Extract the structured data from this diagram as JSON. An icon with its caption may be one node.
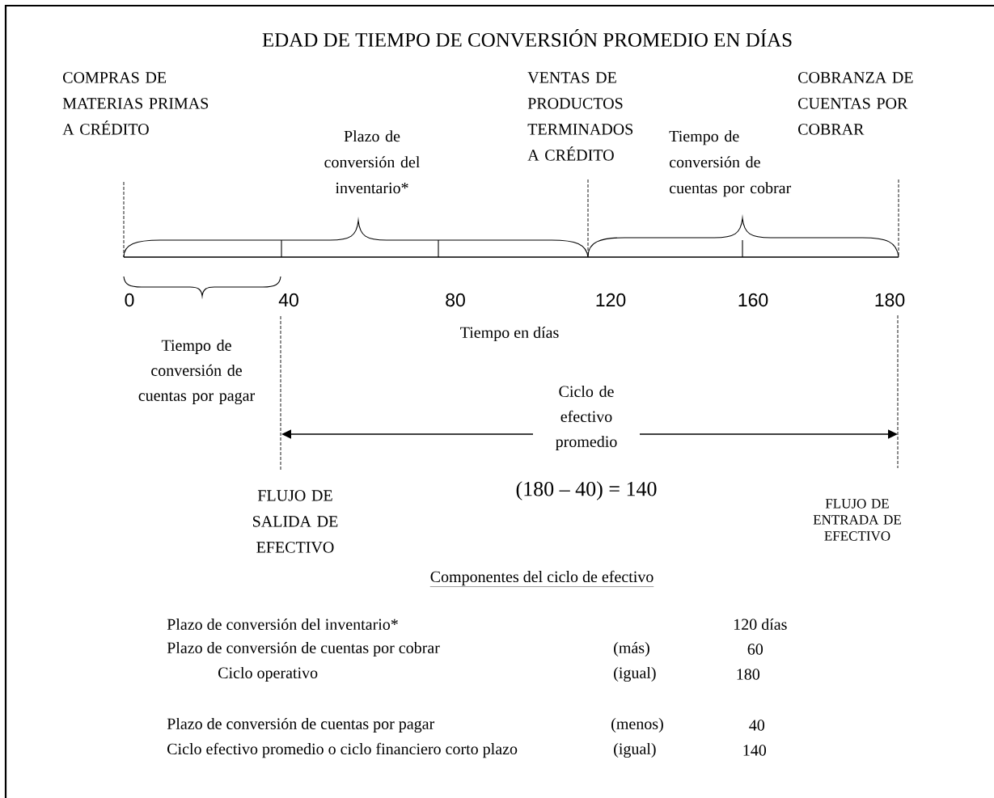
{
  "diagram": {
    "title": "EDAD DE TIEMPO DE CONVERSIÓN PROMEDIO EN DÍAS",
    "labels": [
      "COMPRAS DE MATERIAS PRIMAS A CRÉDITO",
      "Plazo de conversión del inventario*",
      "VENTAS DE PRODUCTOS TERMINADOS A CRÉDITO",
      "Tiempo de conversión de cuentas por cobrar",
      "COBRANZA DE CUENTAS POR COBRAR",
      "0",
      "40",
      "80",
      "120",
      "160",
      "180",
      "Tiempo de conversión de cuentas por pagar",
      "Tiempo en días",
      "Ciclo de efectivo promedio",
      "FLUJO DE SALIDA DE EFECTIVO",
      "(180 – 40) = 140",
      "FLUJO DE ENTRADA DE EFECTIVO",
      "Componentes del ciclo de efectivo",
      "Plazo de conversión del inventario*",
      "120 días",
      "Plazo de conversión de cuentas por cobrar",
      "(más)",
      "60",
      "Ciclo operativo",
      "(igual)",
      "180",
      "Plazo de conversión de cuentas por pagar",
      "(menos)",
      "40",
      "Ciclo efectivo promedio o ciclo financiero corto plazo",
      "(igual)",
      "140"
    ]
  }
}
